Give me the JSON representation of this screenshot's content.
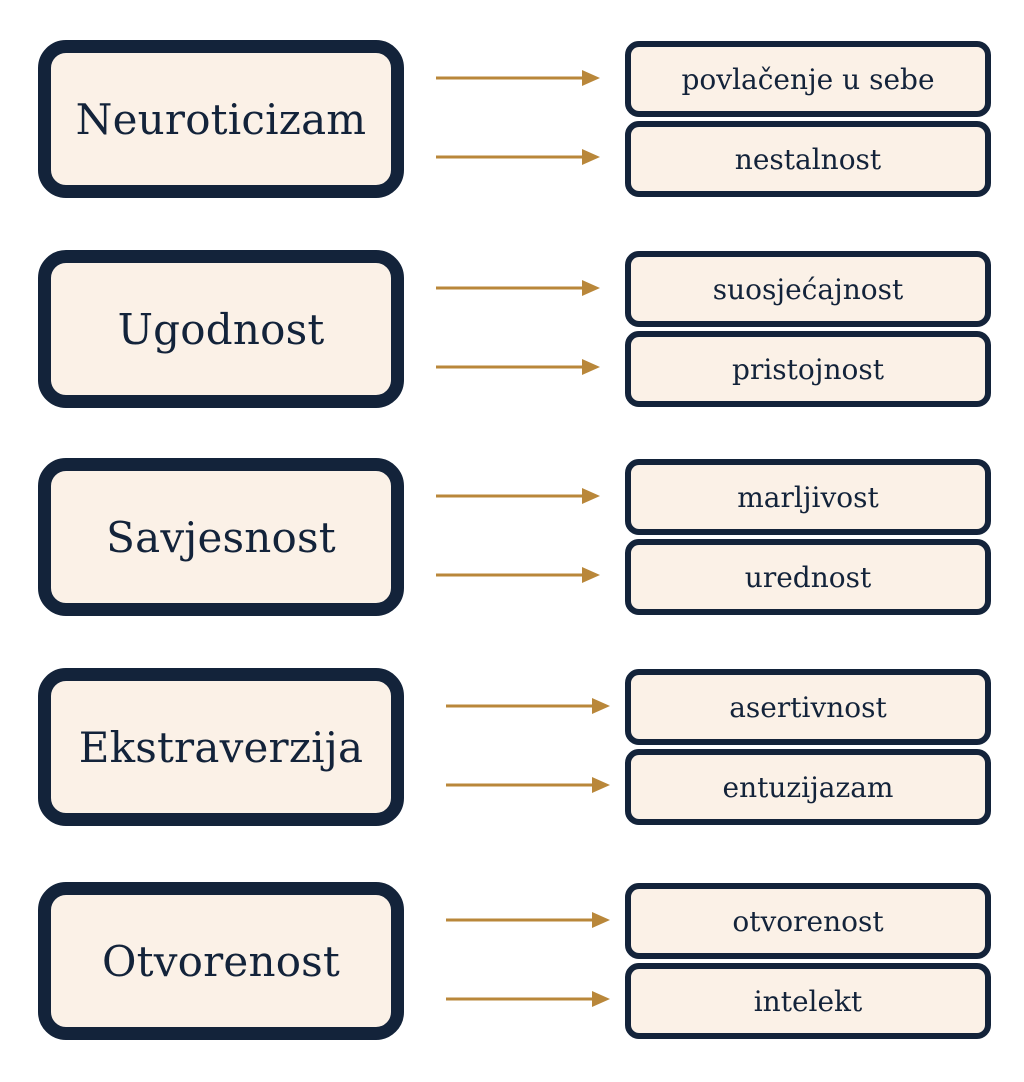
{
  "diagram": {
    "groups": [
      {
        "trait": "Neuroticizam",
        "facets": [
          "povlačenje u sebe",
          "nestalnost"
        ]
      },
      {
        "trait": "Ugodnost",
        "facets": [
          "suosjećajnost",
          "pristojnost"
        ]
      },
      {
        "trait": "Savjesnost",
        "facets": [
          "marljivost",
          "urednost"
        ]
      },
      {
        "trait": "Ekstraverzija",
        "facets": [
          "asertivnost",
          "entuzijazam"
        ]
      },
      {
        "trait": "Otvorenost",
        "facets": [
          "otvorenost",
          "intelekt"
        ]
      }
    ],
    "colors": {
      "box_fill": "#fbf1e7",
      "box_border": "#13233a",
      "text": "#13233a",
      "arrow": "#b9873a",
      "background": "#ffffff"
    },
    "icons": {
      "connector": "right-arrow-icon"
    }
  }
}
